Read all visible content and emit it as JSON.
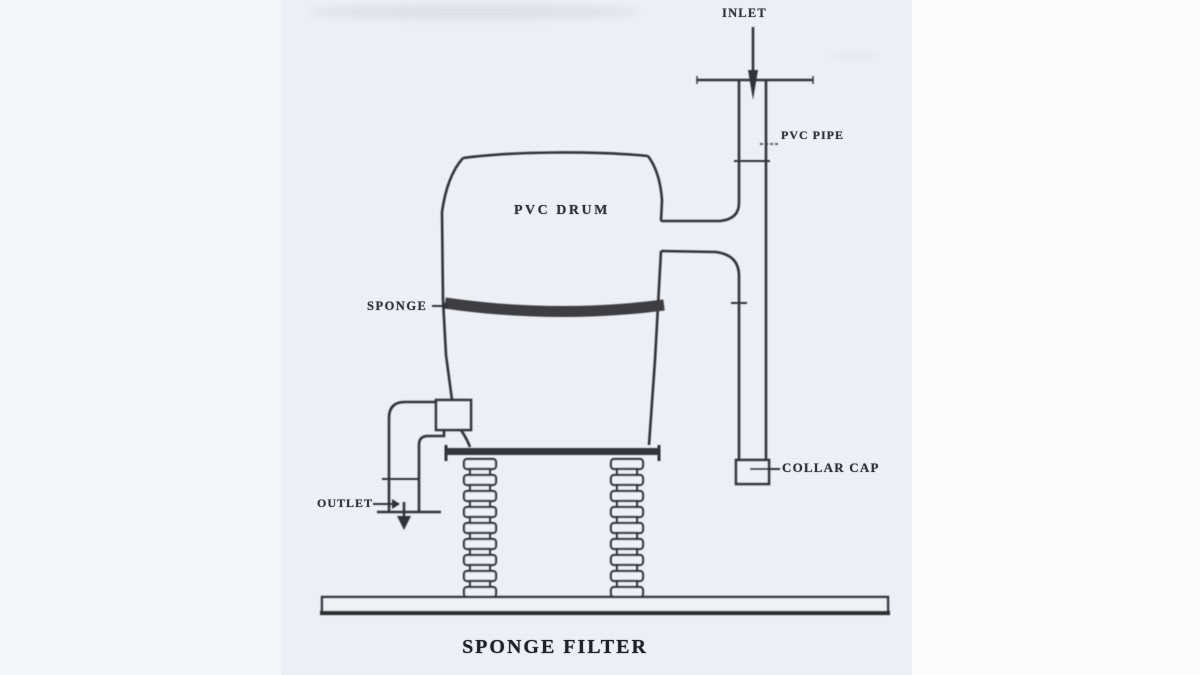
{
  "document": {
    "kind": "scanned technical diagram",
    "caption": "SPONGE FILTER"
  },
  "diagram": {
    "labels": {
      "inlet": "INLET",
      "pvc_pipe": "PVC PIPE",
      "pvc_drum": "PVC DRUM",
      "sponge": "SPONGE",
      "collar_cap": "COLLAR CAP",
      "outlet": "OUTLET"
    },
    "components": [
      "inlet flow arrow",
      "vertical PVC pipe with collar cap at bottom",
      "PVC drum (barrel) connected to pipe by side stub",
      "sponge band inside drum",
      "outlet elbow pipe at drum bottom left with downward flow arrow",
      "drum platform on two ribbed stand legs",
      "base plate"
    ],
    "colors": {
      "ink": "#32323a",
      "sponge_band": "#3c3c42",
      "paper": "#edf0f6",
      "left_margin": "#f3f6fa",
      "right_margin": "#fafbfd"
    }
  }
}
